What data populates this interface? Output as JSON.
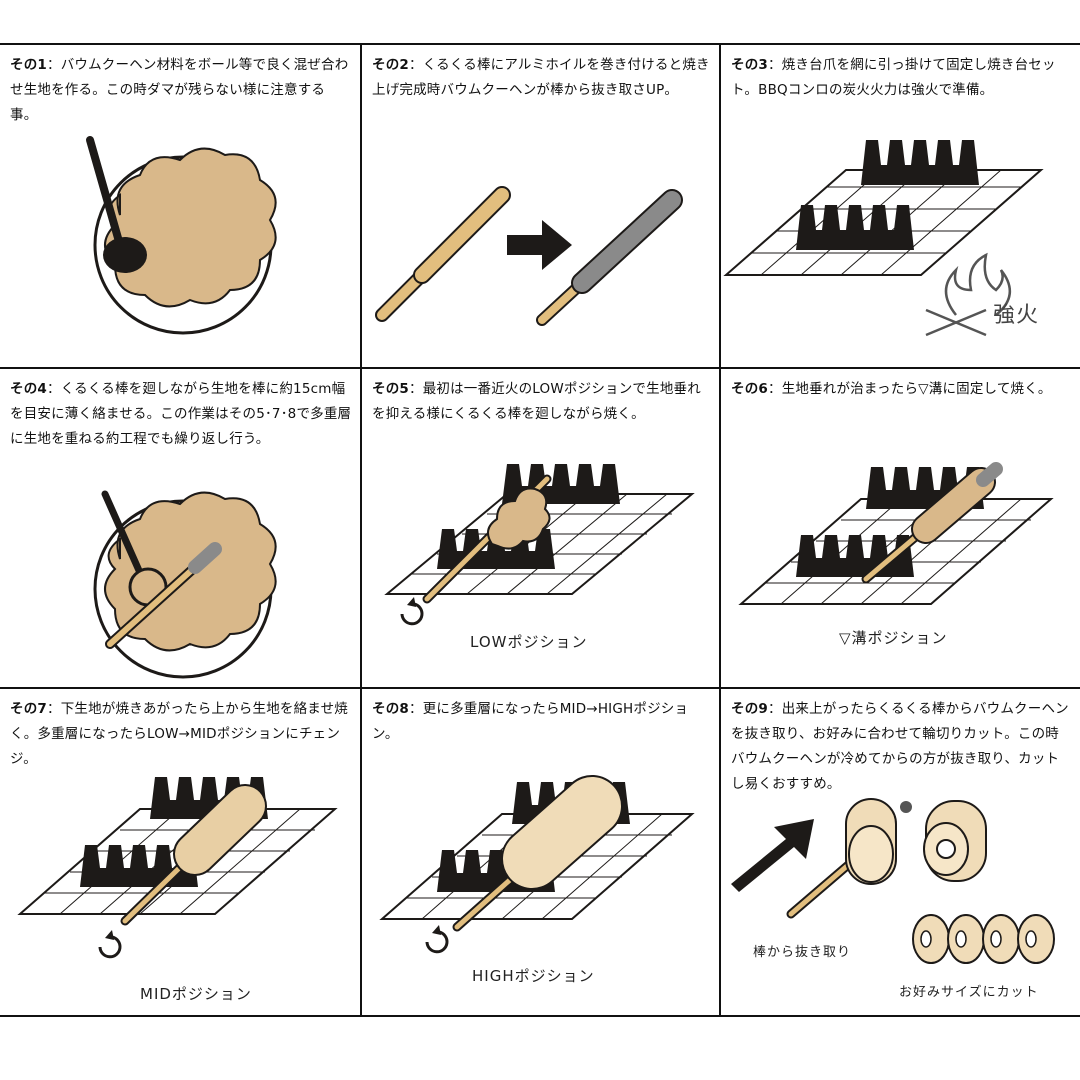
{
  "steps": [
    {
      "label": "その1",
      "text": "：バウムクーヘン材料をボール等で良く混ぜ合わせ生地を作る。この時ダマが残らない様に注意する事。"
    },
    {
      "label": "その2",
      "text": "：くるくる棒にアルミホイルを巻き付けると焼き上げ完成時バウムクーヘンが棒から抜き取さUP。"
    },
    {
      "label": "その3",
      "text": "：焼き台爪を網に引っ掛けて固定し焼き台セット。BBQコンロの炭火火力は強火で準備。"
    },
    {
      "label": "その4",
      "text": "：くるくる棒を廻しながら生地を棒に約15cm幅を目安に薄く絡ませる。この作業はその5･7･8で多重層に生地を重ねる約工程でも繰り返し行う。"
    },
    {
      "label": "その5",
      "text": "：最初は一番近火のLOWポジションで生地垂れを抑える様にくるくる棒を廻しながら焼く。"
    },
    {
      "label": "その6",
      "text": "：生地垂れが治まったら▽溝に固定して焼く。"
    },
    {
      "label": "その7",
      "text": "：下生地が焼きあがったら上から生地を絡ませ焼く。多重層になったらLOW→MIDポジションにチェンジ。"
    },
    {
      "label": "その8",
      "text": "：更に多重層になったらMID→HIGHポジション。"
    },
    {
      "label": "その9",
      "text": "：出来上がったらくるくる棒からバウムクーヘンを抜き取り、お好みに合わせて輪切りカット。この時バウムクーヘンが冷めてからの方が抜き取り、カットし易くおすすめ。"
    }
  ],
  "captions": {
    "strong_fire": "強火",
    "low_position": "LOWポジション",
    "groove_position": "▽溝ポジション",
    "mid_position": "MIDポジション",
    "high_position": "HIGHポジション",
    "remove_from_stick": "棒から抜き取り",
    "cut_to_size": "お好みサイズにカット"
  },
  "colors": {
    "dough": "#d9b88a",
    "stick": "#e2be7e",
    "foil": "#8a8a8a",
    "ink": "#1d1a18",
    "cake": "#f0dcb8"
  }
}
